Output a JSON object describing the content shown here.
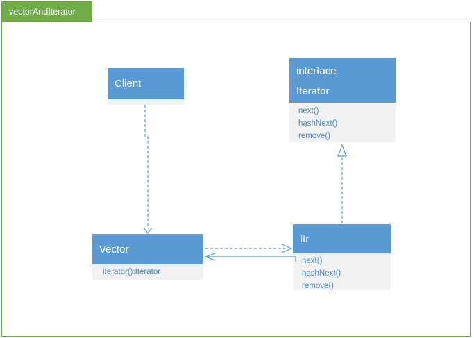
{
  "tab": {
    "label": "vectorAndIterator"
  },
  "colors": {
    "accent_green": "#70ad47",
    "class_header_blue": "#5b9bd5",
    "class_body_gray": "#f2f2f2",
    "method_text_blue": "#4a89c8",
    "connector_blue": "#5b9bd5"
  },
  "classes": [
    {
      "id": "client",
      "title_lines": [
        "Client"
      ],
      "methods": []
    },
    {
      "id": "iterator",
      "title_lines": [
        "interface",
        "Iterator"
      ],
      "methods": [
        "next()",
        "hashNext()",
        "remove()"
      ]
    },
    {
      "id": "vector",
      "title_lines": [
        "Vector"
      ],
      "methods": [
        "iterator():Iterator"
      ]
    },
    {
      "id": "itr",
      "title_lines": [
        "Itr"
      ],
      "methods": [
        "next()",
        "hashNext()",
        "remove()"
      ]
    }
  ],
  "connectors": [
    {
      "from": "Client",
      "to": "Vector",
      "style": "dashed",
      "head": "open-arrow"
    },
    {
      "from": "Vector",
      "to": "Itr",
      "style": "dashed",
      "head": "open-arrow"
    },
    {
      "from": "Itr",
      "to": "Vector",
      "style": "solid",
      "head": "open-arrow"
    },
    {
      "from": "Itr",
      "to": "Iterator",
      "style": "dashed",
      "head": "hollow-triangle"
    }
  ]
}
